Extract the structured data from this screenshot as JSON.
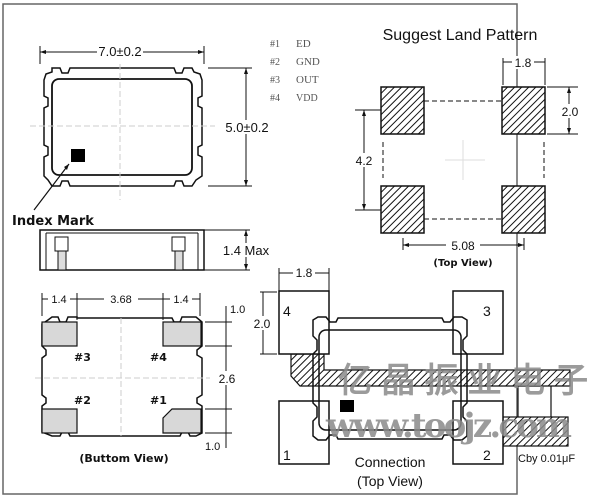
{
  "pin_table": [
    {
      "num": "#1",
      "name": "ED"
    },
    {
      "num": "#2",
      "name": "GND"
    },
    {
      "num": "#3",
      "name": "OUT"
    },
    {
      "num": "#4",
      "name": "VDD"
    }
  ],
  "top_view": {
    "width_dim": "7.0±0.2",
    "height_dim": "5.0±0.2",
    "index_label": "Index Mark"
  },
  "side_view": {
    "height_dim": "1.4 Max"
  },
  "bottom_view": {
    "dims_top": [
      "1.4",
      "3.68",
      "1.4"
    ],
    "dims_right": [
      "1.0",
      "2.6",
      "1.0"
    ],
    "pin_labels": [
      "#3",
      "#4",
      "#2",
      "#1"
    ],
    "caption": "(Buttom View)"
  },
  "land_pattern": {
    "title": "Suggest Land Pattern",
    "pad_width": "1.8",
    "pad_height": "2.0",
    "vertical_pitch": "4.2",
    "horizontal_pitch": "5.08",
    "caption": "(Top View)"
  },
  "connection": {
    "pad_width": "1.8",
    "pad_height": "2.0",
    "pad_numbers": [
      "4",
      "3",
      "1",
      "2"
    ],
    "capacitor_label": "Cby 0.01μF",
    "caption_line1": "Connection",
    "caption_line2": "(Top View)"
  },
  "watermark": {
    "line1": "亿晶振业电子",
    "line2": "www.toojz.com"
  }
}
